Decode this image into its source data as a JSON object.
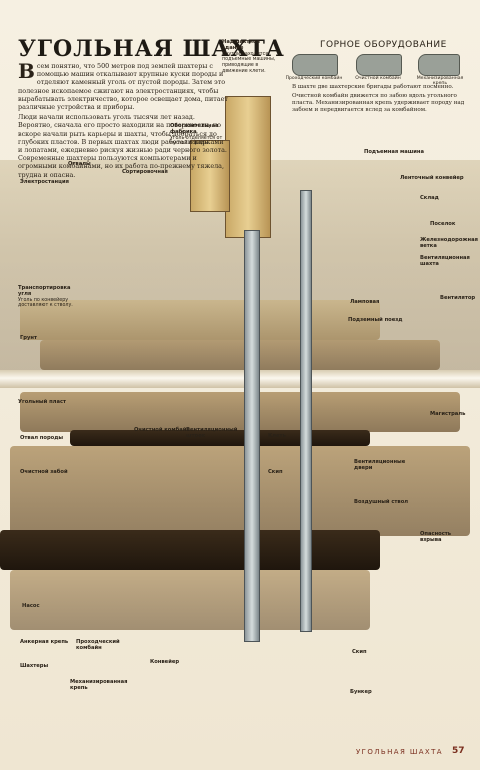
{
  "header": {
    "title": "УГОЛЬНАЯ ШАХТА",
    "equipment_title": "ГОРНОЕ ОБОРУДОВАНИЕ"
  },
  "intro": {
    "dropcap": "В",
    "p1": "сем понятно, что 500 метров под землей шахтеры с помощью машин откалывают крупные куски породы и отделяют каменный уголь от пустой породы. Затем это полезное ископаемое сжигают на электростанциях, чтобы вырабатывать электричество, которое освещает дома, питает различные устройства и приборы.",
    "p2": "Люди начали использовать уголь тысячи лет назад. Вероятно, сначала его просто находили на поверхности, но вскоре начали рыть карьеры и шахты, чтобы добраться до глубоких пластов. В первых шахтах люди работали кирками и лопатами, ежедневно рискуя жизнью ради черного золота. Современные шахтеры пользуются компьютерами и огромными комбайнами, но их работа по-прежнему тяжела, трудна и опасна."
  },
  "equipment": [
    {
      "name": "Проходческий комбайн"
    },
    {
      "name": "Очистной комбайн"
    },
    {
      "name": "Механизированная крепь"
    }
  ],
  "top_right_text": {
    "p1": "В шахте две шахтерские бригады работают посменно.",
    "p2": "Очистной комбайн движется по забою вдоль угольного пласта. Механизированная крепь удерживает породу над забоем и передвигается вслед за комбайном."
  },
  "labels": {
    "headframe": {
      "title": "Надшахтное здание",
      "text": "Внутри находятся подъемные машины, приводящие в движение клети."
    },
    "stack": {
      "title": "Отвалы",
      "text": ""
    },
    "sort_plant": {
      "title": "Сортировочная",
      "text": ""
    },
    "processing": {
      "title": "Обогатительная фабрика",
      "text": "Уголь отделяется от пустой породы."
    },
    "depot": {
      "title": "Склад",
      "text": ""
    },
    "crib": {
      "title": "Поселок",
      "text": ""
    },
    "winder": {
      "title": "Подъемная машина",
      "text": ""
    },
    "conveyor": {
      "title": "Ленточный конвейер",
      "text": ""
    },
    "railway": {
      "title": "Железнодорожная ветка",
      "text": ""
    },
    "ventilation_top": {
      "title": "Вентиляционная шахта",
      "text": ""
    },
    "power": {
      "title": "Электростанция",
      "text": ""
    },
    "ground_lbl": {
      "title": "Грунт",
      "text": ""
    },
    "transport_roads": {
      "title": "Транспортировка угля",
      "text": "Уголь по конвейеру доставляют к стволу."
    },
    "coal_seam_lbl": {
      "title": "Угольный пласт",
      "text": ""
    },
    "cage": {
      "title": "Клеть",
      "text": ""
    },
    "skip": {
      "title": "Скип",
      "text": ""
    },
    "coal_sort_left": {
      "title": "Отвал породы",
      "text": ""
    },
    "ventilation_fan": {
      "title": "Вентилятор",
      "text": ""
    },
    "main_road": {
      "title": "Магистраль",
      "text": ""
    },
    "pump": {
      "title": "Насос",
      "text": ""
    },
    "longwall": {
      "title": "Очистной забой",
      "text": ""
    },
    "continuous_miner": {
      "title": "Проходческий комбайн",
      "text": ""
    },
    "roof_bolt": {
      "title": "Анкерная крепь",
      "text": ""
    },
    "lamp_room": {
      "title": "Ламповая",
      "text": ""
    },
    "fire_door": {
      "title": "Вентиляционные двери",
      "text": ""
    },
    "air_shaft": {
      "title": "Воздушный ствол",
      "text": ""
    },
    "trains": {
      "title": "Подземный поезд",
      "text": ""
    },
    "explosion": {
      "title": "Опасность взрыва",
      "text": ""
    },
    "shearer": {
      "title": "Очистной комбайн",
      "text": ""
    },
    "chocks": {
      "title": "Механизированная крепь",
      "text": ""
    },
    "tail_gate": {
      "title": "Вентиляционный штрек",
      "text": ""
    },
    "belt": {
      "title": "Конвейер",
      "text": ""
    },
    "miners": {
      "title": "Шахтеры",
      "text": ""
    },
    "bunker": {
      "title": "Бункер",
      "text": ""
    },
    "skip_lower": {
      "title": "Скип",
      "text": ""
    }
  },
  "footer": {
    "section": "УГОЛЬНАЯ ШАХТА",
    "page": "57"
  }
}
